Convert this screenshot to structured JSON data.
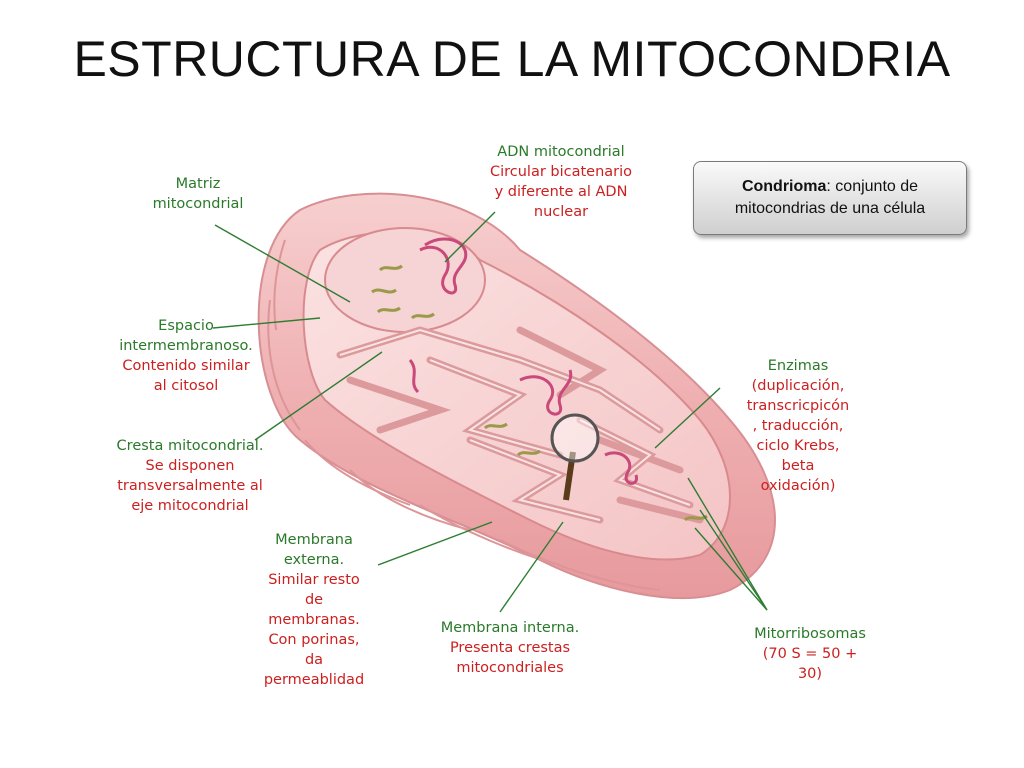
{
  "title": "ESTRUCTURA DE LA MITOCONDRIA",
  "infobox": {
    "term": "Condrioma",
    "definition_1": ": conjunto de",
    "definition_2": "mitocondrias de una célula"
  },
  "labels": {
    "matriz": [
      "Matriz",
      "mitocondrial"
    ],
    "adn": {
      "green": [
        "ADN mitocondrial"
      ],
      "red": [
        "Circular bicatenario",
        "y diferente al ADN",
        "nuclear"
      ]
    },
    "espacio": {
      "green": [
        "Espacio",
        "intermembranoso."
      ],
      "red": [
        "Contenido similar",
        "al citosol"
      ]
    },
    "cresta": {
      "green": [
        "Cresta mitocondrial."
      ],
      "red": [
        "Se disponen",
        "transversalmente al",
        "eje mitocondrial"
      ]
    },
    "membrana_externa": {
      "green": [
        "Membrana",
        "externa."
      ],
      "red": [
        "Similar resto",
        "de",
        "membranas.",
        "Con porinas,",
        "da",
        "permeablidad"
      ]
    },
    "membrana_interna": {
      "green": [
        "Membrana interna."
      ],
      "red": [
        "Presenta crestas",
        "mitocondriales"
      ]
    },
    "enzimas": {
      "green": [
        "Enzimas"
      ],
      "red": [
        "(duplicación,",
        "transcricpicón",
        ", traducción,",
        "ciclo Krebs,",
        "beta",
        "oxidación)"
      ]
    },
    "mitorribosomas": {
      "green": [
        "Mitorribosomas"
      ],
      "red": [
        "(70  S = 50 +",
        "30)"
      ]
    }
  },
  "colors": {
    "label_green": "#2a7a2a",
    "label_red": "#cc1f1f",
    "membrane_pink": "#f2b3b3",
    "membrane_dark": "#d97f82",
    "leader_line": "#2e7d32"
  }
}
